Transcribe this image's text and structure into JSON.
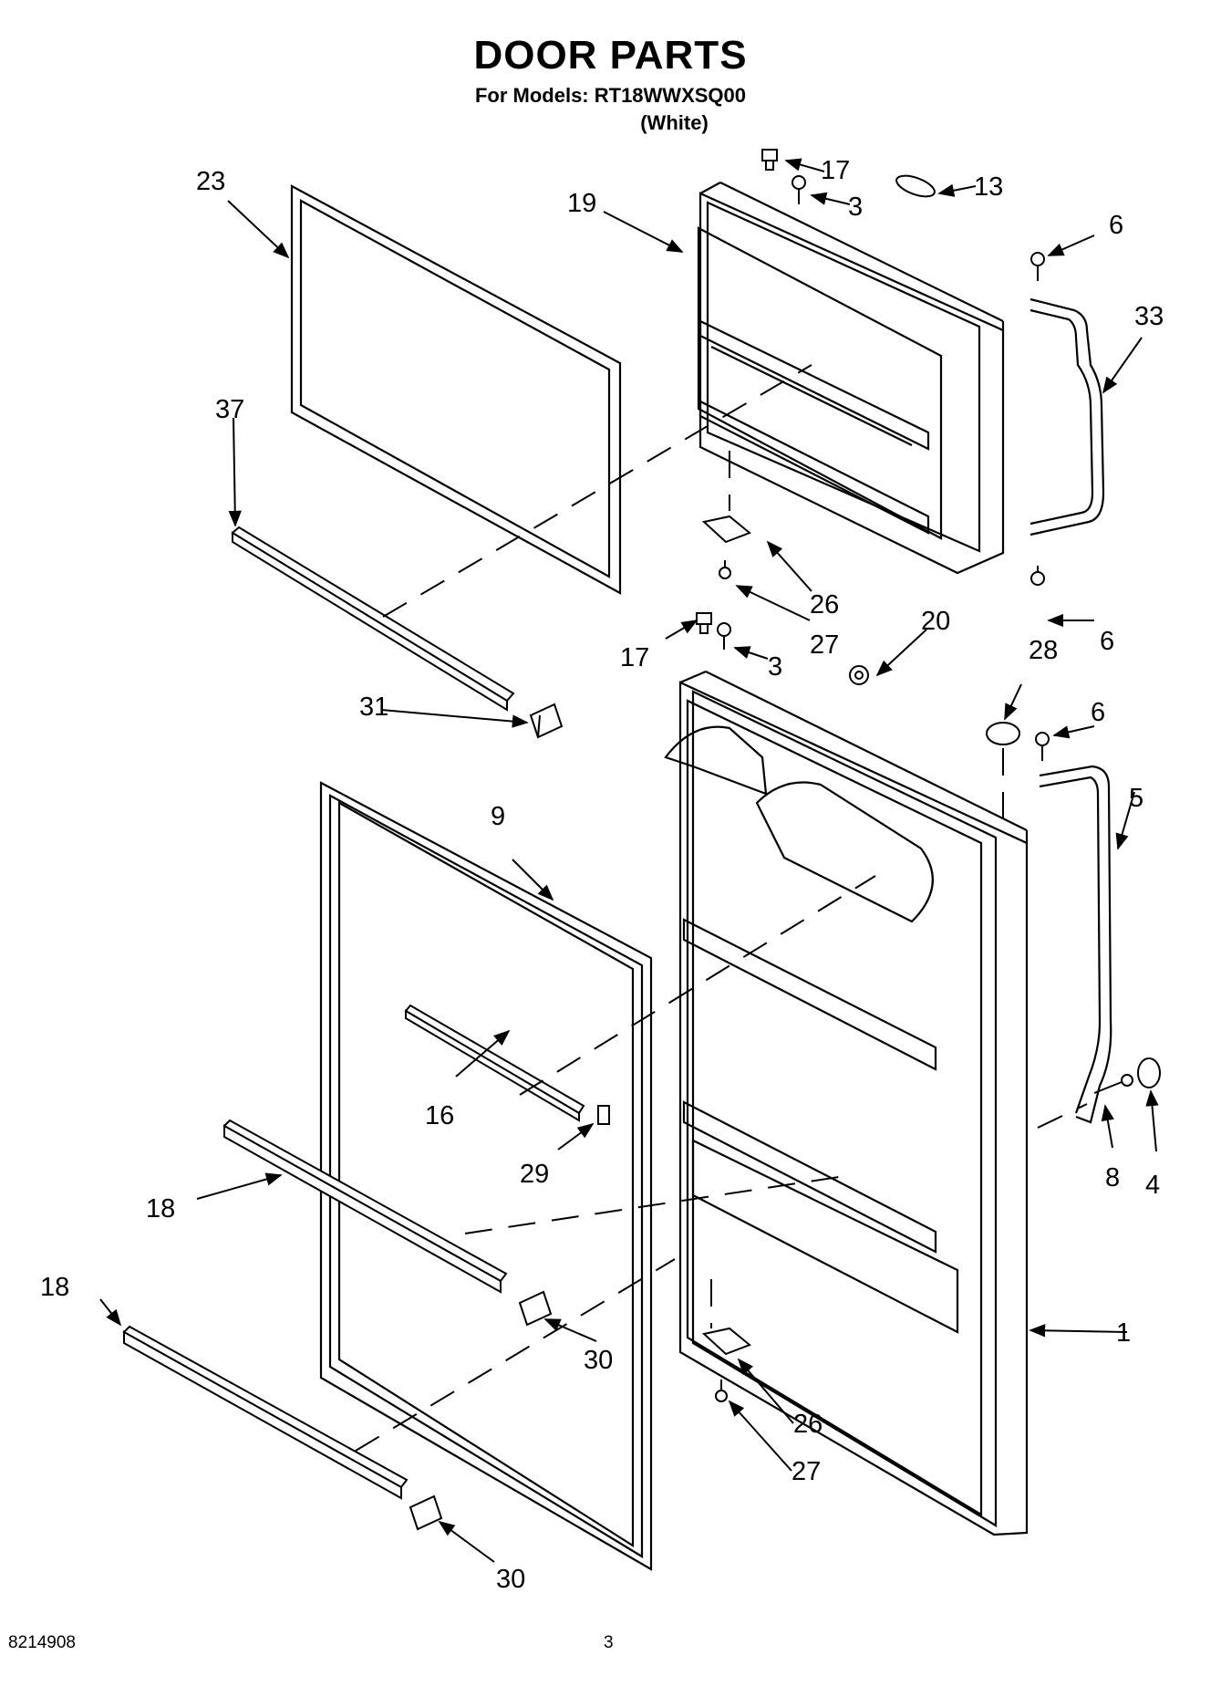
{
  "header": {
    "title": "DOOR PARTS",
    "models_line": "For Models: RT18WWXSQ00",
    "color_line": "(White)"
  },
  "footer": {
    "doc_number": "8214908",
    "page_number": "3"
  },
  "callouts": {
    "c1": "1",
    "c3a": "3",
    "c3b": "3",
    "c4": "4",
    "c5": "5",
    "c6a": "6",
    "c6b": "6",
    "c6c": "6",
    "c8": "8",
    "c9": "9",
    "c13": "13",
    "c16": "16",
    "c17a": "17",
    "c17b": "17",
    "c18a": "18",
    "c18b": "18",
    "c19": "19",
    "c20": "20",
    "c23": "23",
    "c26a": "26",
    "c26b": "26",
    "c27a": "27",
    "c27b": "27",
    "c28": "28",
    "c29": "29",
    "c30a": "30",
    "c30b": "30",
    "c31": "31",
    "c33": "33",
    "c37": "37"
  }
}
